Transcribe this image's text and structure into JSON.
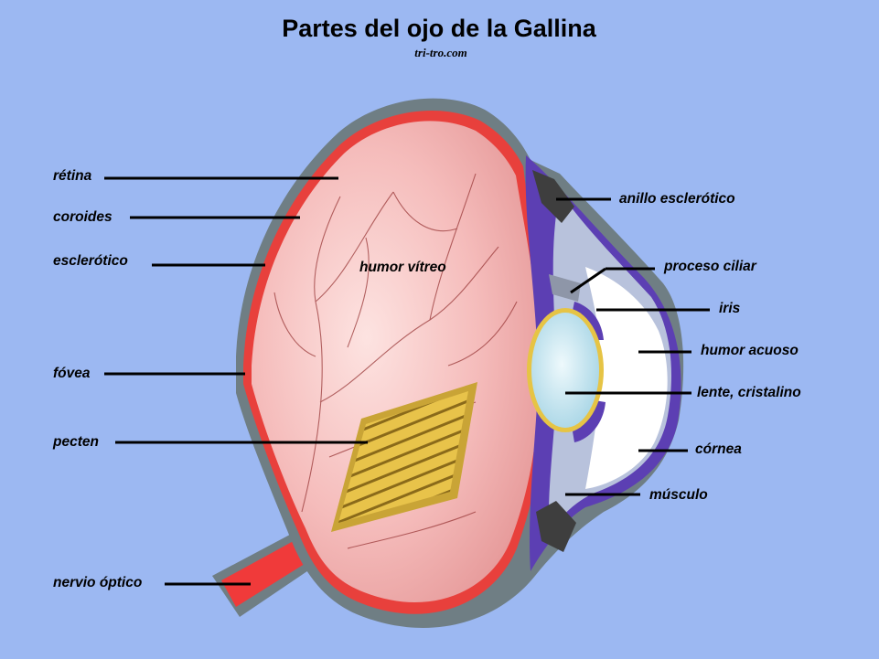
{
  "header": {
    "title": "Partes del ojo de la Gallina",
    "subtitle": "tri-tro.com"
  },
  "labels": {
    "retina": "rétina",
    "coroides": "coroides",
    "esclerotico": "esclerótico",
    "fovea": "fóvea",
    "pecten": "pecten",
    "nervio_optico": "nervio óptico",
    "humor_vitreo": "humor vítreo",
    "anillo_esclerotico": "anillo esclerótico",
    "proceso_ciliar": "proceso ciliar",
    "iris": "iris",
    "humor_acuoso": "humor acuoso",
    "lente_cristalino": "lente, cristalino",
    "cornea": "córnea",
    "musculo": "músculo"
  },
  "colors": {
    "background": "#9cb8f2",
    "sclera": "#6f7e84",
    "choroid": "#e8403c",
    "vitreous": "#f2b9b8",
    "pecten": "#e8c34a",
    "lens": "#d2ecf5",
    "aqueous": "#ffffff",
    "iris_cornea": "#5c3fb3",
    "optic_nerve": "#f03a3a"
  }
}
